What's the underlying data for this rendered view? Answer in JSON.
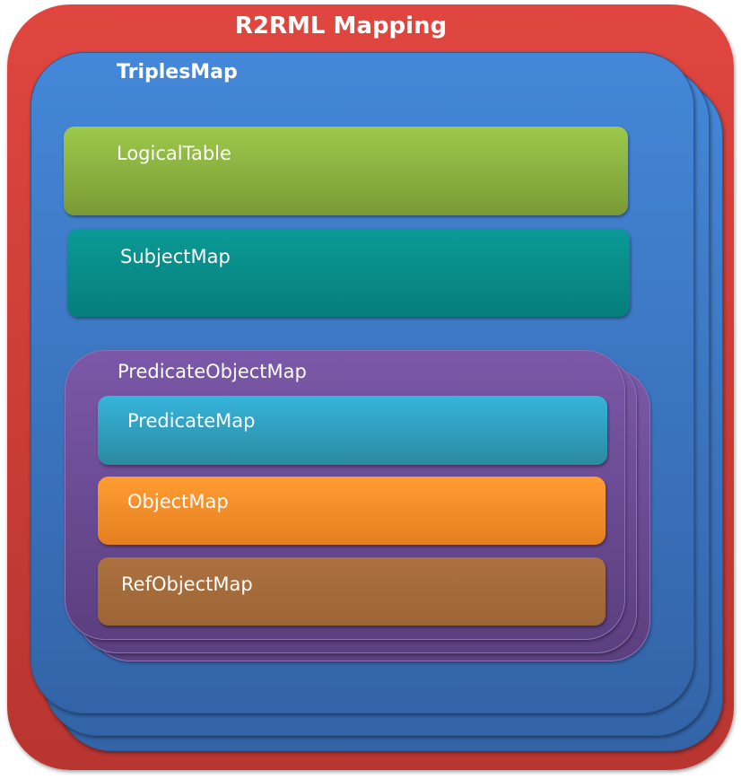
{
  "title": "R2RML Mapping",
  "triples_map": "TriplesMap",
  "logical_table": "LogicalTable",
  "subject_map": "SubjectMap",
  "predicate_object_map": "PredicateObjectMap",
  "predicate_map": "PredicateMap",
  "object_map": "ObjectMap",
  "ref_object_map": "RefObjectMap"
}
